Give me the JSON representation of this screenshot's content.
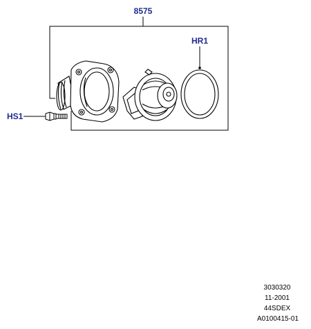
{
  "diagram": {
    "callouts": {
      "assembly": "8575",
      "seal_ring": "HR1",
      "bolt": "HS1"
    },
    "accent_color": "#1f2b8f",
    "parts": [
      "thermostat-housing-icon",
      "thermostat-icon",
      "o-ring-seal-icon",
      "bolt-icon"
    ]
  },
  "reference": {
    "code": "3030320",
    "date": "11-2001",
    "model": "44SDEX",
    "drawing_number": "A0100415-01"
  }
}
